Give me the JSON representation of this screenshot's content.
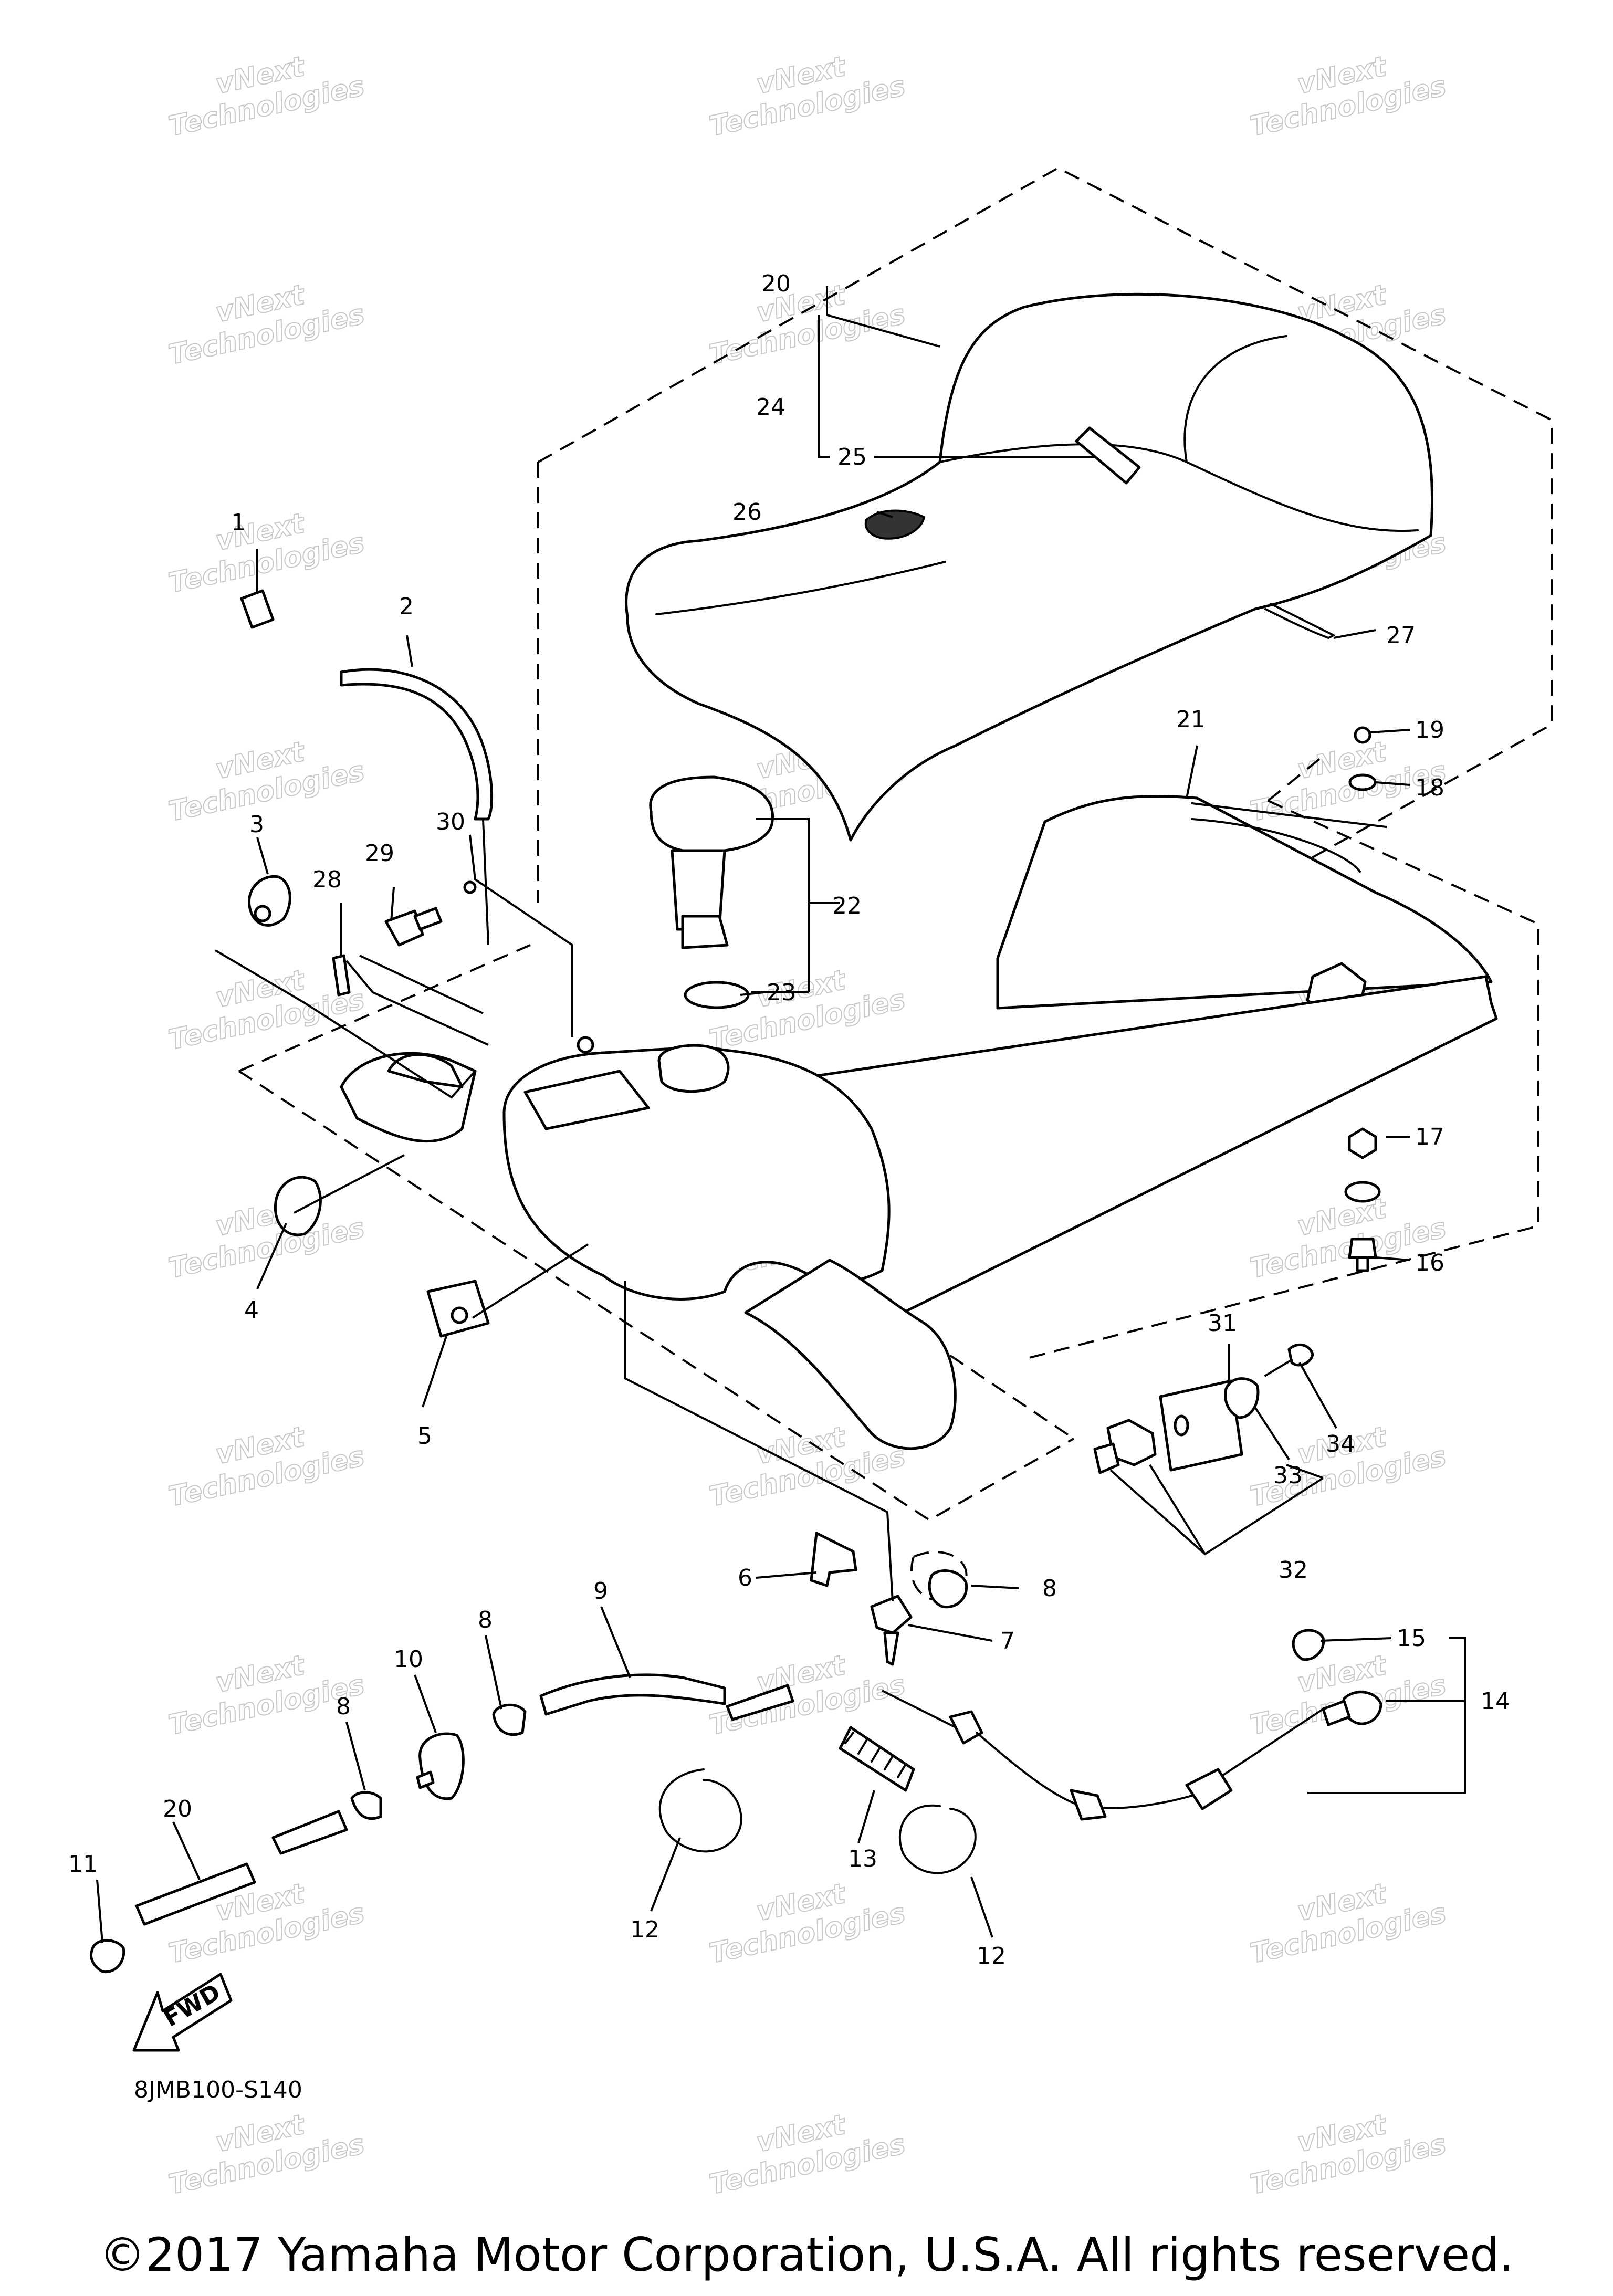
{
  "diagram": {
    "callouts": [
      {
        "id": "1",
        "label": "1"
      },
      {
        "id": "2",
        "label": "2"
      },
      {
        "id": "3",
        "label": "3"
      },
      {
        "id": "4",
        "label": "4"
      },
      {
        "id": "5",
        "label": "5"
      },
      {
        "id": "6",
        "label": "6"
      },
      {
        "id": "7",
        "label": "7"
      },
      {
        "id": "8a",
        "label": "8"
      },
      {
        "id": "8b",
        "label": "8"
      },
      {
        "id": "8c",
        "label": "8"
      },
      {
        "id": "9",
        "label": "9"
      },
      {
        "id": "10",
        "label": "10"
      },
      {
        "id": "11",
        "label": "11"
      },
      {
        "id": "12a",
        "label": "12"
      },
      {
        "id": "12b",
        "label": "12"
      },
      {
        "id": "13",
        "label": "13"
      },
      {
        "id": "14",
        "label": "14"
      },
      {
        "id": "15",
        "label": "15"
      },
      {
        "id": "16",
        "label": "16"
      },
      {
        "id": "17",
        "label": "17"
      },
      {
        "id": "18",
        "label": "18"
      },
      {
        "id": "19",
        "label": "19"
      },
      {
        "id": "20a",
        "label": "20"
      },
      {
        "id": "20b",
        "label": "20"
      },
      {
        "id": "21",
        "label": "21"
      },
      {
        "id": "22",
        "label": "22"
      },
      {
        "id": "23",
        "label": "23"
      },
      {
        "id": "24",
        "label": "24"
      },
      {
        "id": "25",
        "label": "25"
      },
      {
        "id": "26",
        "label": "26"
      },
      {
        "id": "27",
        "label": "27"
      },
      {
        "id": "28",
        "label": "28"
      },
      {
        "id": "29",
        "label": "29"
      },
      {
        "id": "30",
        "label": "30"
      },
      {
        "id": "31",
        "label": "31"
      },
      {
        "id": "32",
        "label": "32"
      },
      {
        "id": "33",
        "label": "33"
      },
      {
        "id": "34",
        "label": "34"
      }
    ],
    "fwd_label": "FWD",
    "drawing_code": "8JMB100-S140",
    "watermark": {
      "line1": "vNext",
      "line2": "Technologies"
    },
    "copyright": "©2017 Yamaha Motor Corporation, U.S.A. All rights reserved."
  }
}
